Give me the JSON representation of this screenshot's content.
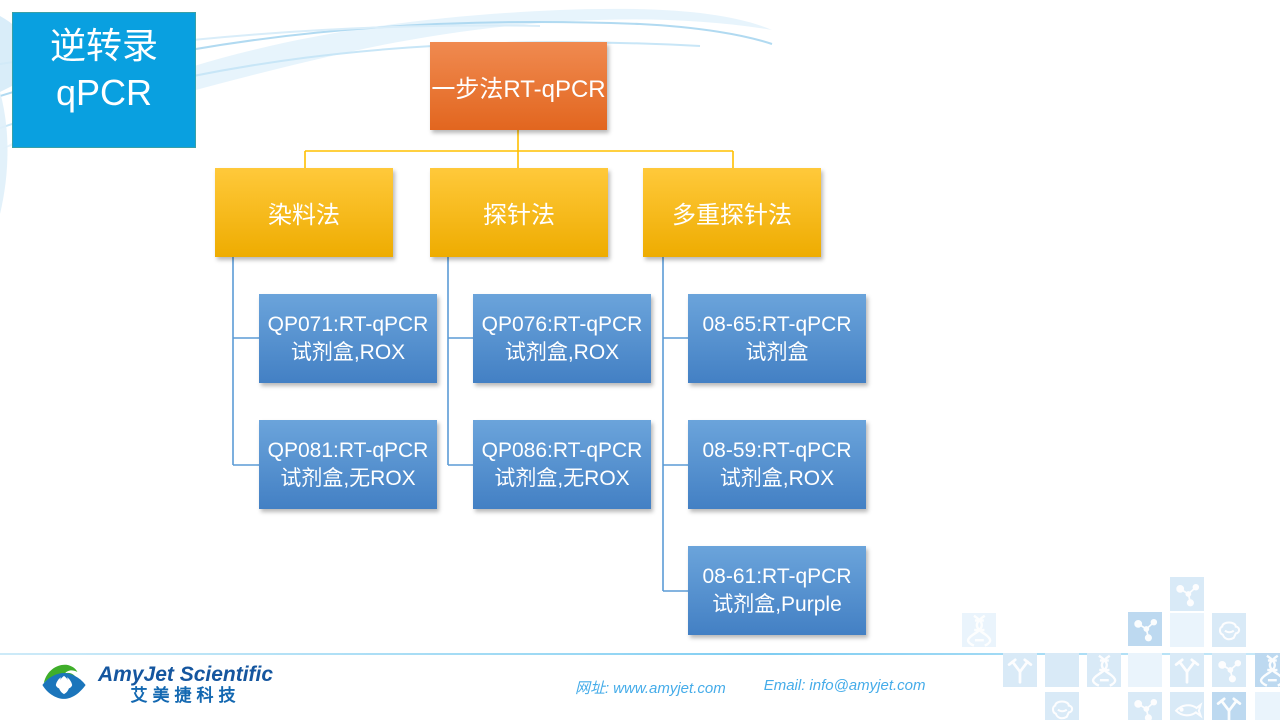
{
  "slide": {
    "title": {
      "line1": "逆转录",
      "line2": "qPCR"
    },
    "root": {
      "label": "一步法RT-qPCR"
    },
    "branches": [
      {
        "label": "染料法",
        "children": [
          {
            "line1": "QP071:RT-qPCR",
            "line2": "试剂盒,ROX"
          },
          {
            "line1": "QP081:RT-qPCR",
            "line2": "试剂盒,无ROX"
          }
        ]
      },
      {
        "label": "探针法",
        "children": [
          {
            "line1": "QP076:RT-qPCR",
            "line2": "试剂盒,ROX"
          },
          {
            "line1": "QP086:RT-qPCR",
            "line2": "试剂盒,无ROX"
          }
        ]
      },
      {
        "label": "多重探针法",
        "children": [
          {
            "line1": "08-65:RT-qPCR",
            "line2": "试剂盒"
          },
          {
            "line1": "08-59:RT-qPCR",
            "line2": "试剂盒,ROX"
          },
          {
            "line1": "08-61:RT-qPCR",
            "line2": "试剂盒,Purple"
          }
        ]
      }
    ]
  },
  "footer": {
    "logo_en": "AmyJet Scientific",
    "logo_zh": "艾美捷科技",
    "website_label": "网址:",
    "website": "www.amyjet.com",
    "email_label": "Email:",
    "email": "info@amyjet.com"
  },
  "icons": {
    "mosaic": [
      "dna-icon",
      "molecule-icon",
      "antibody-icon",
      "flask-icon",
      "fish-icon"
    ],
    "logo": "amyjet-emblem-icon"
  },
  "colors": {
    "title_box": "#09a0e0",
    "root_box_top": "#f08a50",
    "root_box_bottom": "#e2661f",
    "branch_box_top": "#ffc93b",
    "branch_box_bottom": "#eeac00",
    "product_box_top": "#6ba4db",
    "product_box_bottom": "#4380c4",
    "connector_orange": "#ffc000",
    "connector_blue": "#5b9bd5",
    "footer_link": "#45ace9",
    "logo_green": "#3fae2a",
    "logo_blue": "#1b75bb"
  }
}
